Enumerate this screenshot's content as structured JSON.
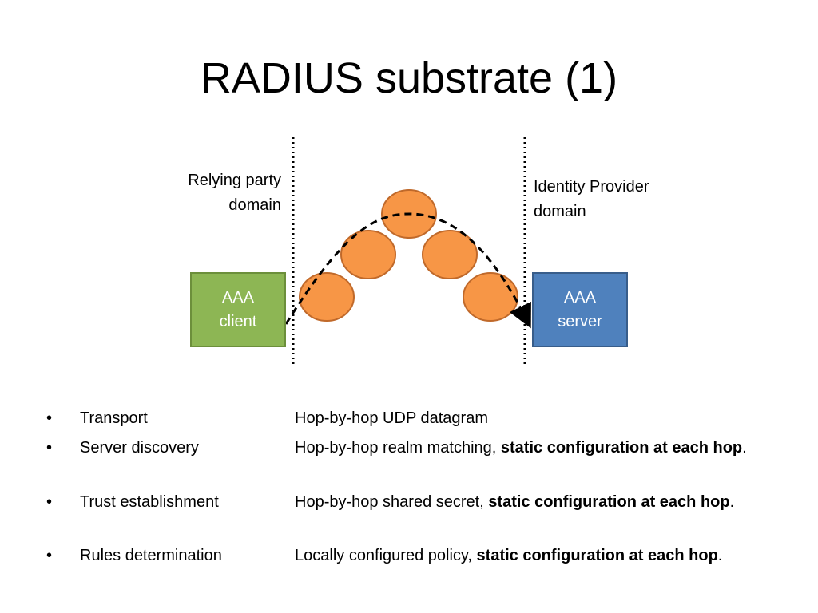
{
  "slide": {
    "title": "RADIUS substrate (1)"
  },
  "diagram": {
    "relying_party_label_line1": "Relying party",
    "relying_party_label_line2": "domain",
    "idp_label_line1": "Identity Provider",
    "idp_label_line2": "domain",
    "client_box_line1": "AAA",
    "client_box_line2": "client",
    "server_box_line1": "AAA",
    "server_box_line2": "server",
    "colors": {
      "client_fill": "#8db654",
      "server_fill": "#4f81bd",
      "hop_fill": "#f79646",
      "hop_stroke": "#c0692a"
    }
  },
  "bullets": [
    {
      "term": "Transport",
      "desc_plain": "Hop-by-hop UDP datagram",
      "desc_bold": "",
      "desc_tail": ""
    },
    {
      "term": "Server discovery",
      "desc_plain": "Hop-by-hop realm matching, ",
      "desc_bold": "static configuration at each hop",
      "desc_tail": "."
    },
    {
      "term": "Trust establishment",
      "desc_plain": "Hop-by-hop shared secret, ",
      "desc_bold": "static configuration at each hop",
      "desc_tail": "."
    },
    {
      "term": "Rules determination",
      "desc_plain": "Locally configured policy, ",
      "desc_bold": "static configuration at each hop",
      "desc_tail": "."
    }
  ]
}
